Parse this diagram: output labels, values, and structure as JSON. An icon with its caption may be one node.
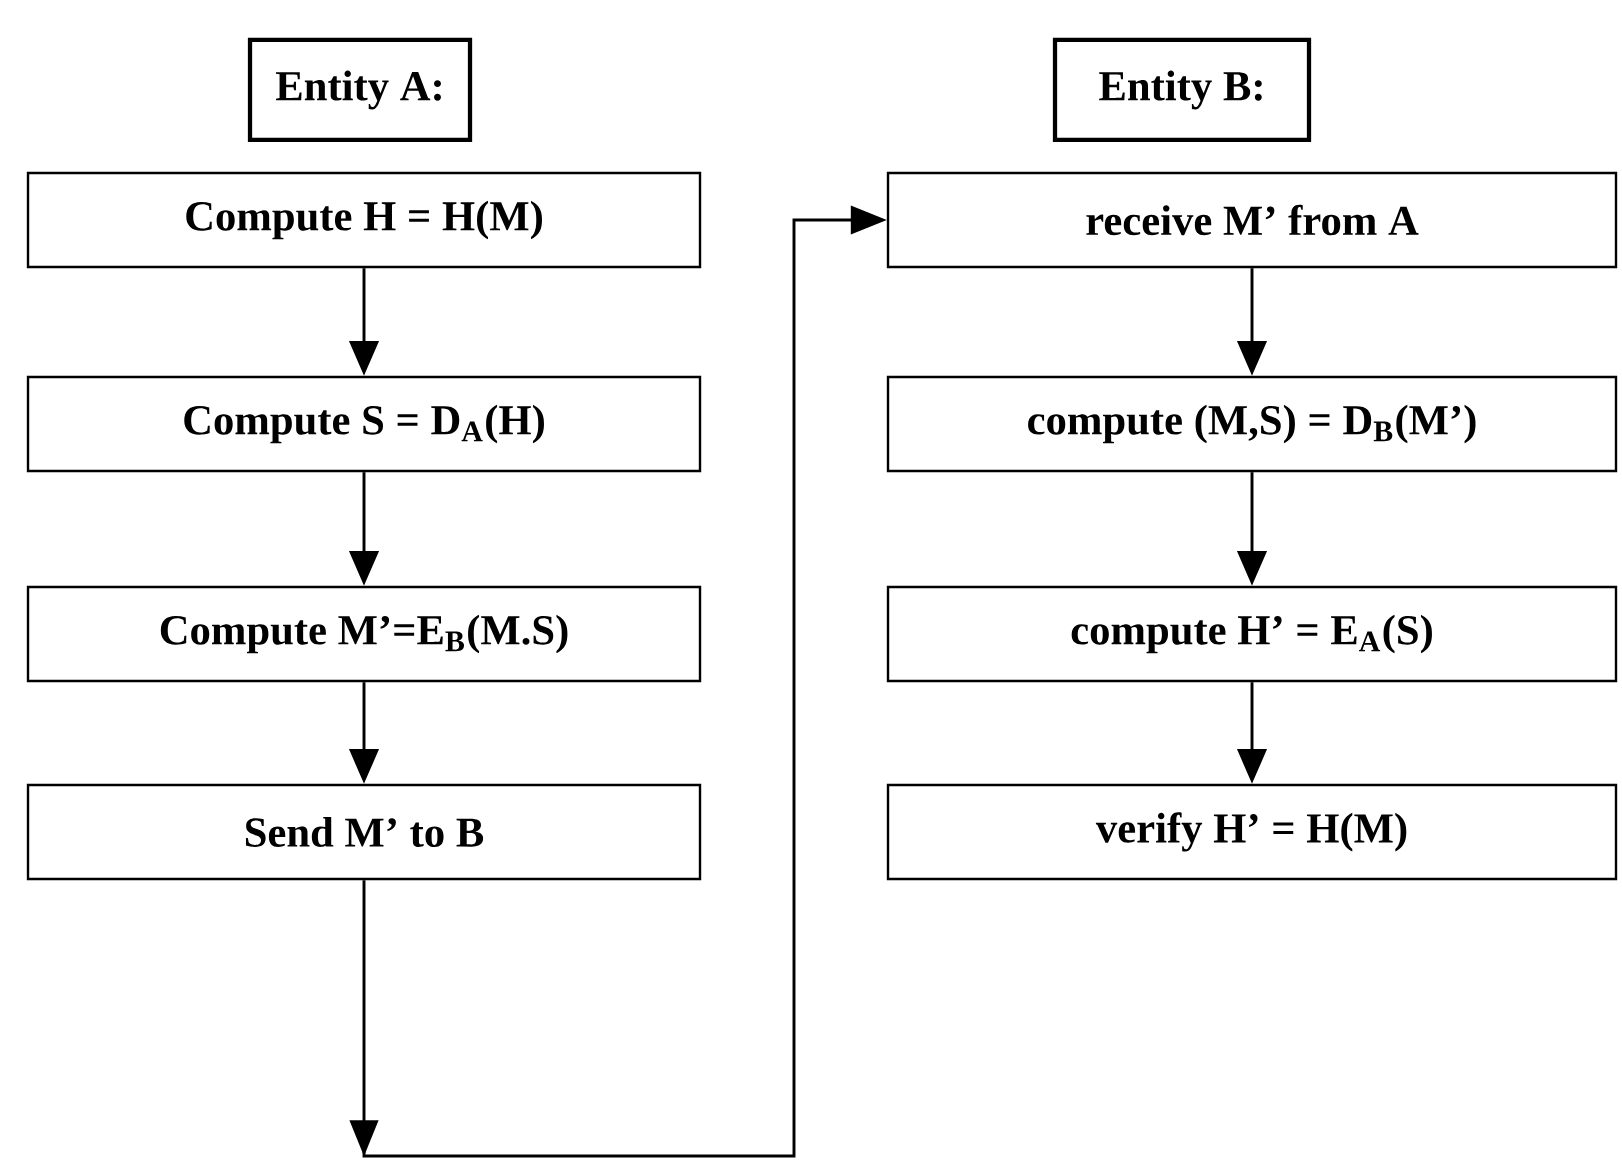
{
  "diagram": {
    "nodes": [
      {
        "text": [
          "Entity A:"
        ]
      },
      {
        "text": [
          "Entity B:"
        ]
      },
      {
        "text": [
          "Compute H = H(M)"
        ]
      },
      {
        "text": [
          "Compute S = D$_{A}$(H)"
        ]
      },
      {
        "text": [
          "Compute M’=E$_{B}$(M.S)"
        ]
      },
      {
        "text": [
          "Send M’ to B"
        ]
      },
      {
        "text": [
          "receive M’ from A"
        ]
      },
      {
        "text": [
          "compute (M,S) = D$_{B}$(M’)"
        ]
      },
      {
        "text": [
          "compute H’ = E$_{A}$(S)"
        ]
      },
      {
        "text": [
          "verify H’ = H(M)"
        ]
      }
    ],
    "edges": [
      {
        "from": 2,
        "to": 3,
        "arrow": "to"
      },
      {
        "from": 3,
        "to": 4,
        "arrow": "to"
      },
      {
        "from": 4,
        "to": 5,
        "arrow": "to"
      },
      {
        "from": 5,
        "to": 6,
        "arrow": "to"
      },
      {
        "from": 6,
        "to": 7,
        "arrow": "to"
      },
      {
        "from": 7,
        "to": 8,
        "arrow": "to"
      },
      {
        "from": 8,
        "to": 9,
        "arrow": "to"
      }
    ]
  }
}
